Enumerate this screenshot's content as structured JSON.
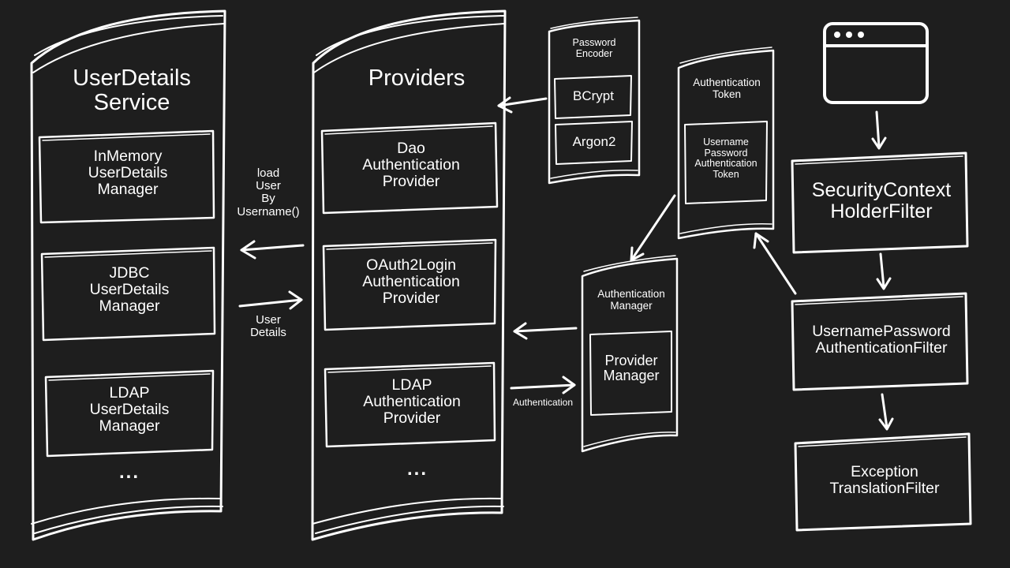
{
  "user_details_service": {
    "title": "UserDetails\nService",
    "items": [
      "InMemory\nUserDetails\nManager",
      "JDBC\nUserDetails\nManager",
      "LDAP\nUserDetails\nManager"
    ],
    "more": "..."
  },
  "providers": {
    "title": "Providers",
    "items": [
      "Dao\nAuthentication\nProvider",
      "OAuth2Login\nAuthentication\nProvider",
      "LDAP\nAuthentication\nProvider"
    ],
    "more": "..."
  },
  "password_encoder": {
    "title": "Password\nEncoder",
    "items": [
      "BCrypt",
      "Argon2"
    ]
  },
  "authentication_token": {
    "title": "Authentication\nToken",
    "inner": "Username\nPassword\nAuthentication\nToken"
  },
  "authentication_manager": {
    "title": "Authentication\nManager",
    "inner": "Provider\nManager"
  },
  "filters": {
    "security_context": "SecurityContext\nHolderFilter",
    "username_password": "UsernamePassword\nAuthenticationFilter",
    "exception_translation": "Exception\nTranslationFilter"
  },
  "edge_labels": {
    "load_user": "load\nUser\nBy\nUsername()",
    "user_details": "User\nDetails",
    "authentication": "Authentication"
  },
  "icons": {
    "browser": "browser-window-icon"
  },
  "colors": {
    "background": "#1e1e1e",
    "stroke": "#ffffff"
  }
}
